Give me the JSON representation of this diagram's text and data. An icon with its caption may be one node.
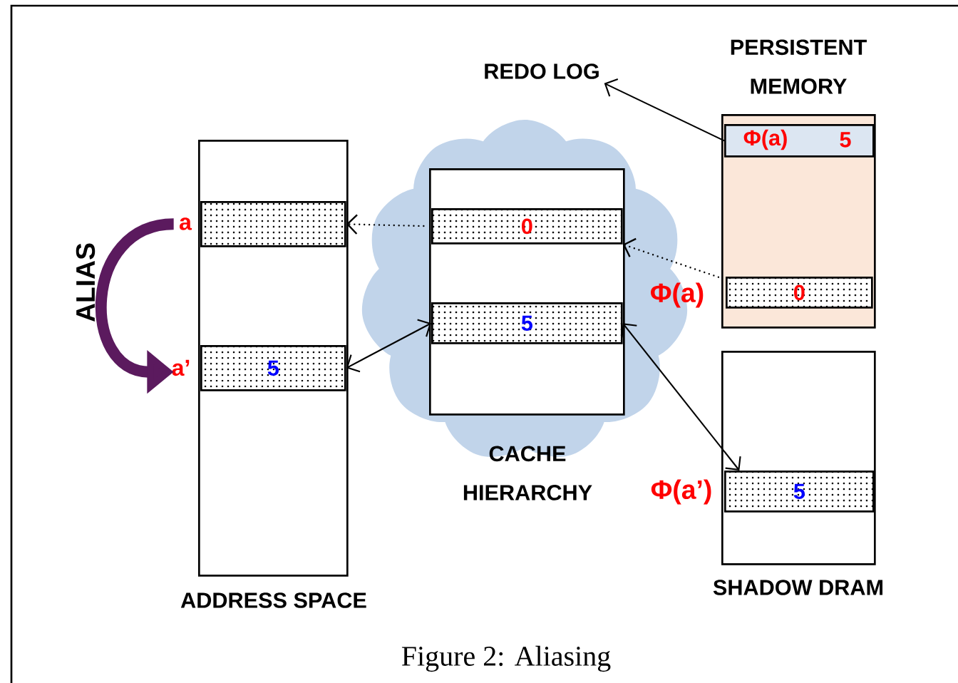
{
  "diagram": {
    "caption": "Figure 2: Aliasing",
    "nodes": [
      {
        "text": [
          "ADDRESS SPACE"
        ]
      },
      {
        "text": [],
        "shape": "bar",
        "in": 0,
        "beside": [
          "a"
        ]
      },
      {
        "text": [
          "5"
        ],
        "in": 0,
        "beside": [
          "a’"
        ]
      },
      {
        "text": [
          "CACHE HIERARCHY"
        ]
      },
      {
        "text": [
          "0"
        ],
        "in": 3
      },
      {
        "text": [
          "5"
        ],
        "in": 3
      },
      {
        "text": [
          "PERSISTENT MEMORY"
        ]
      },
      {
        "text": [
          "Φ(a)",
          "5"
        ],
        "in": 6
      },
      {
        "text": [
          "0"
        ],
        "in": 6,
        "beside": [
          "Φ(a)"
        ]
      },
      {
        "text": [
          "SHADOW DRAM"
        ]
      },
      {
        "text": [
          "5"
        ],
        "in": 9,
        "beside": [
          "Φ(a’)"
        ]
      },
      {
        "text": [
          "REDO LOG"
        ]
      }
    ],
    "edges": [
      {
        "from": 1,
        "to": 2,
        "arrow": "to",
        "style": "thick",
        "color": "#5b1a5e",
        "label": "ALIAS"
      },
      {
        "from": 4,
        "to": 1,
        "arrow": "to",
        "style": "dashed"
      },
      {
        "from": 8,
        "to": 4,
        "arrow": "to",
        "style": "dashed"
      },
      {
        "from": 2,
        "to": 5,
        "arrow": "both"
      },
      {
        "from": 5,
        "to": 10,
        "arrow": "both"
      },
      {
        "from": 7,
        "to": 11,
        "arrow": "to"
      }
    ]
  }
}
